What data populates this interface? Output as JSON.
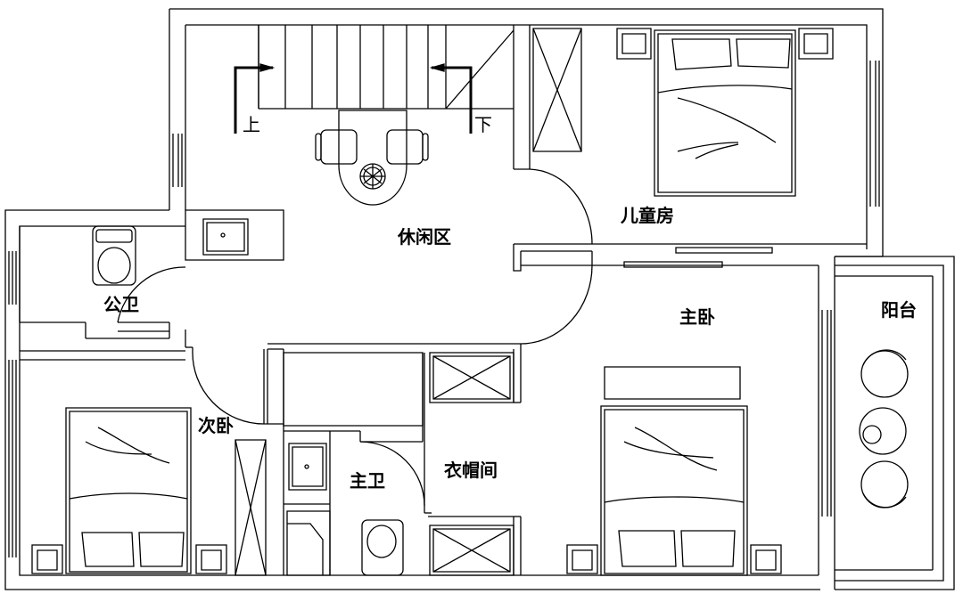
{
  "rooms": {
    "lounge": "休闲区",
    "kids_room": "儿童房",
    "public_bath": "公卫",
    "master_bedroom": "主卧",
    "balcony": "阳台",
    "second_bedroom": "次卧",
    "master_bath": "主卫",
    "walk_in_closet": "衣帽间"
  },
  "stairs": {
    "up": "上",
    "down": "下"
  },
  "colors": {
    "line": "#000000",
    "background": "#ffffff"
  }
}
